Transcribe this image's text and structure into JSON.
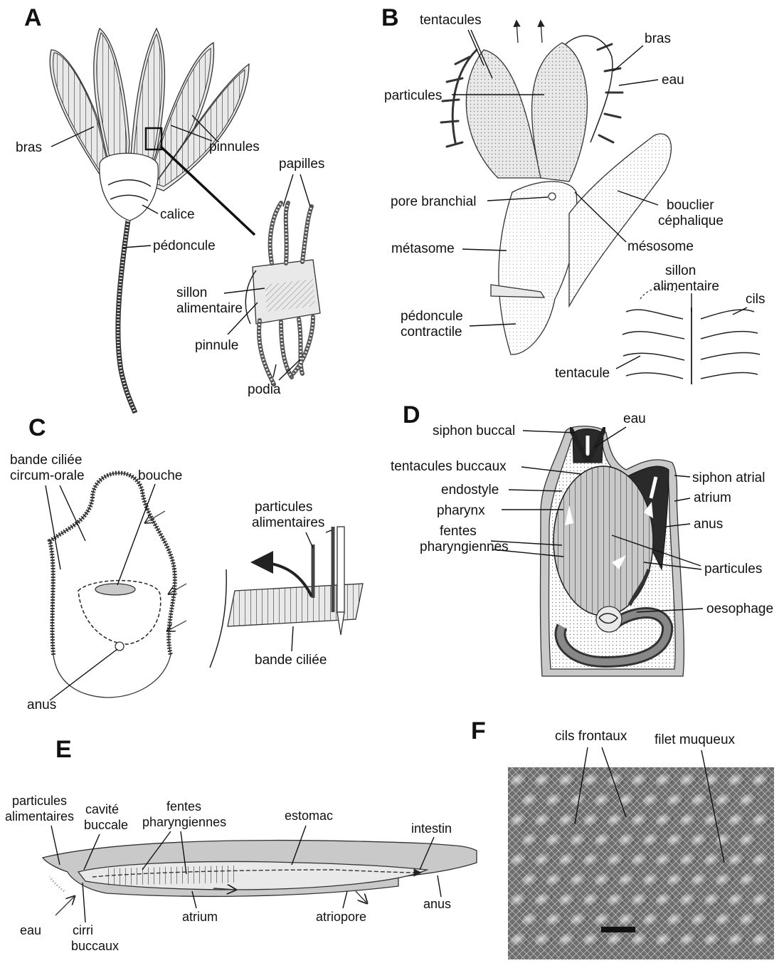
{
  "panels": {
    "A": {
      "letter": "A",
      "labels": {
        "bras": "bras",
        "pinnules": "pinnules",
        "calice": "calice",
        "pedoncule": "pédoncule",
        "papilles": "papilles",
        "sillon": "sillon",
        "alimentaire": "alimentaire",
        "pinnule": "pinnule",
        "podia": "podia"
      }
    },
    "B": {
      "letter": "B",
      "labels": {
        "tentacules": "tentacules",
        "bras": "bras",
        "eau": "eau",
        "particules": "particules",
        "pore_branchial": "pore branchial",
        "bouclier": "bouclier",
        "cephalique": "céphalique",
        "metasome": "métasome",
        "mesosome": "mésosome",
        "sillon": "sillon",
        "alimentaire": "alimentaire",
        "cils": "cils",
        "pedoncule": "pédoncule",
        "contractile": "contractile",
        "tentacule": "tentacule"
      }
    },
    "C": {
      "letter": "C",
      "labels": {
        "bande_ciliee": "bande ciliée",
        "circum_orale": "circum-orale",
        "bouche": "bouche",
        "particules": "particules",
        "alimentaires": "alimentaires",
        "anus": "anus",
        "bande_ciliee_2": "bande ciliée"
      }
    },
    "D": {
      "letter": "D",
      "labels": {
        "eau": "eau",
        "siphon_buccal": "siphon buccal",
        "tentacules_buccaux": "tentacules buccaux",
        "siphon_atrial": "siphon atrial",
        "endostyle": "endostyle",
        "atrium": "atrium",
        "pharynx": "pharynx",
        "anus": "anus",
        "fentes": "fentes",
        "pharyngiennes": "pharyngiennes",
        "particules": "particules",
        "oesophage": "oesophage"
      }
    },
    "E": {
      "letter": "E",
      "labels": {
        "particules": "particules",
        "alimentaires": "alimentaires",
        "cavite": "cavité",
        "buccale": "buccale",
        "fentes": "fentes",
        "pharyngiennes": "pharyngiennes",
        "estomac": "estomac",
        "intestin": "intestin",
        "eau": "eau",
        "cirri": "cirri",
        "buccaux": "buccaux",
        "atrium": "atrium",
        "atriopore": "atriopore",
        "anus": "anus"
      }
    },
    "F": {
      "letter": "F",
      "labels": {
        "cils_frontaux": "cils frontaux",
        "filet_muqueux": "filet muqueux"
      }
    }
  }
}
